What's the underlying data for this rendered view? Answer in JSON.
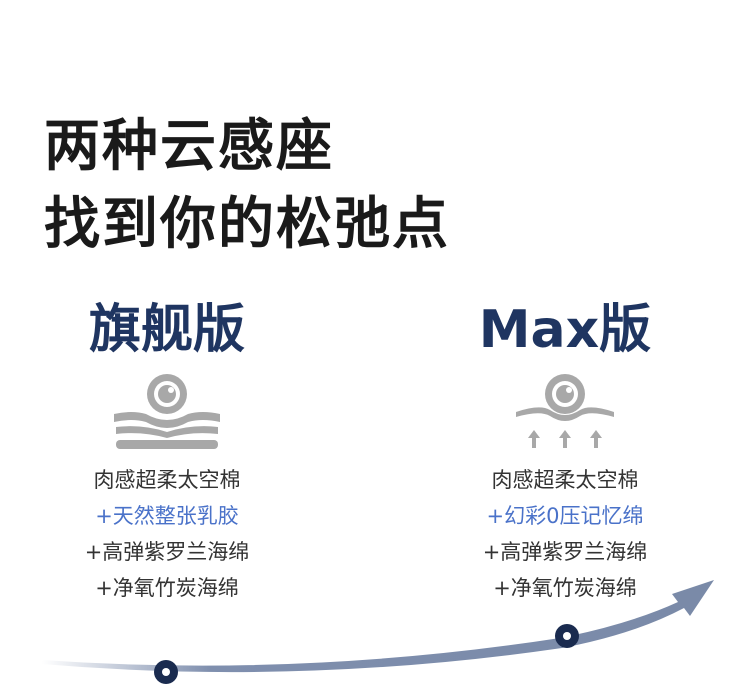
{
  "headline": {
    "line1": "两种云感座",
    "line2": "找到你的松弛点"
  },
  "products": [
    {
      "title": "旗舰版",
      "icon": "layered-foam-icon",
      "features": [
        {
          "text": "肉感超柔太空棉",
          "highlight": false
        },
        {
          "text": "+天然整张乳胶",
          "highlight": true
        },
        {
          "text": "+高弹紫罗兰海绵",
          "highlight": false
        },
        {
          "text": "+净氧竹炭海绵",
          "highlight": false
        }
      ]
    },
    {
      "title": "Max版",
      "icon": "rebound-foam-icon",
      "features": [
        {
          "text": "肉感超柔太空棉",
          "highlight": false
        },
        {
          "text": "+幻彩0压记忆绵",
          "highlight": true
        },
        {
          "text": "+高弹紫罗兰海绵",
          "highlight": false
        },
        {
          "text": "+净氧竹炭海绵",
          "highlight": false
        }
      ]
    }
  ],
  "colors": {
    "title": "#1f3561",
    "highlight": "#4a72c9",
    "text": "#333333",
    "icon_gray": "#a8a8a8",
    "curve": "#2a3f6a"
  }
}
